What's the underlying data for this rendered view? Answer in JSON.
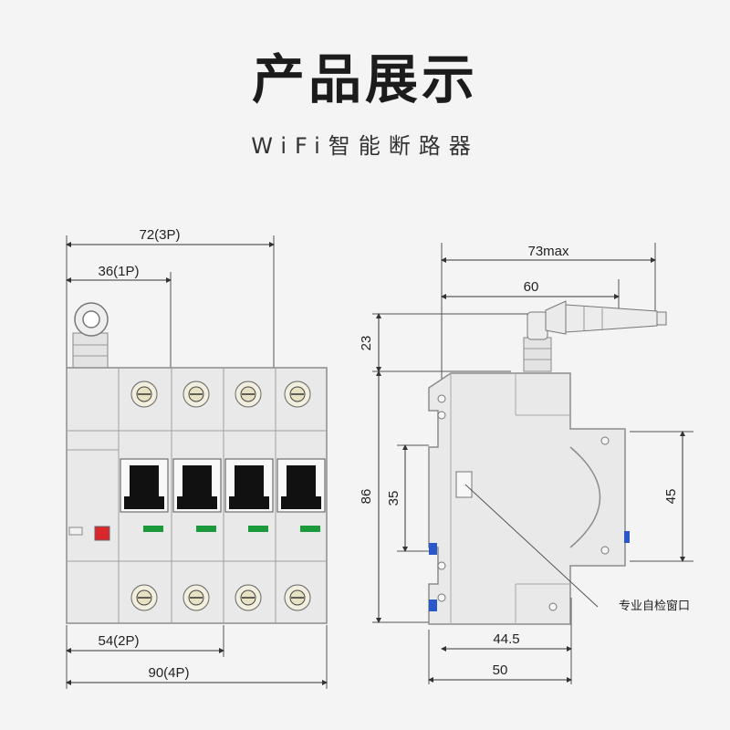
{
  "header": {
    "title": "产品展示",
    "subtitle": "WiFi智能断路器"
  },
  "front_view": {
    "dim_top_3p": "72(3P)",
    "dim_top_1p": "36(1P)",
    "dim_bottom_2p": "54(2P)",
    "dim_bottom_4p": "90(4P)"
  },
  "side_view": {
    "dim_max": "73max",
    "dim_60": "60",
    "dim_23": "23",
    "dim_86": "86",
    "dim_35": "35",
    "dim_45": "45",
    "dim_44_5": "44.5",
    "dim_50": "50",
    "callout": "专业自检窗口"
  },
  "colors": {
    "body": "#e9e9e9",
    "outline": "#8c8c8c",
    "dimension": "#333333",
    "indicator_green": "#1a9a3a",
    "indicator_red": "#d9262b",
    "clip_blue": "#2a58c8"
  }
}
